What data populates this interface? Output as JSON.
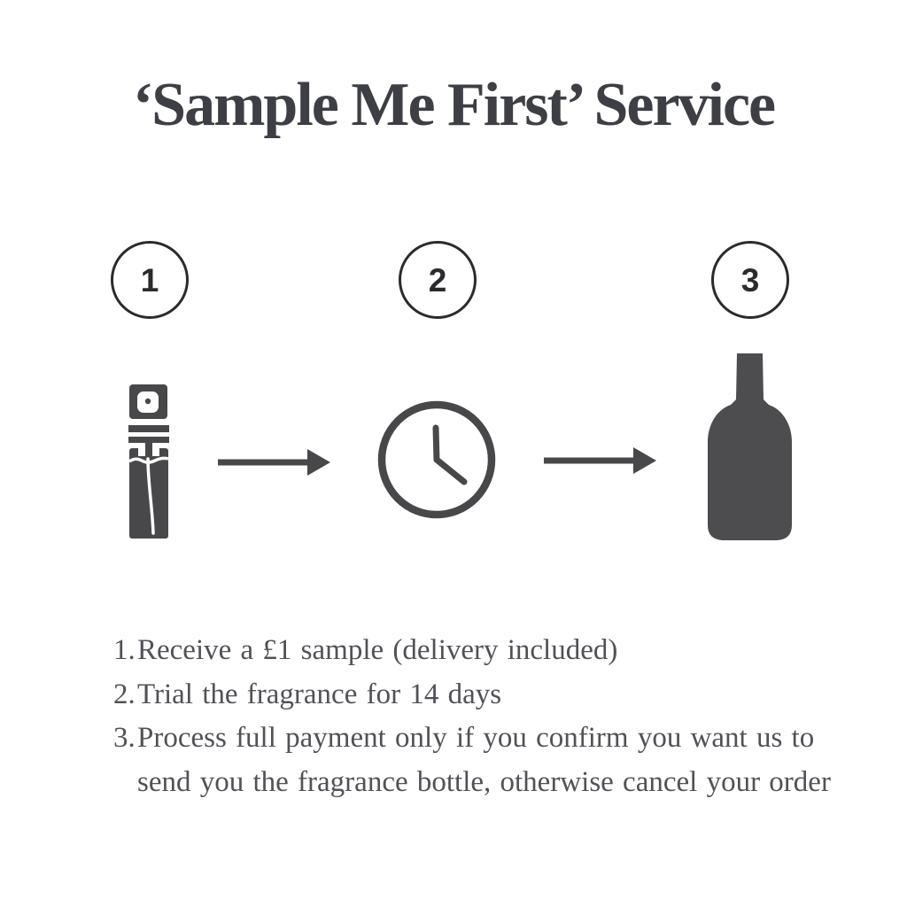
{
  "title": "‘Sample Me First’ Service",
  "colors": {
    "bg": "#ffffff",
    "title": "#3e3f45",
    "ink": "#2b2b2f",
    "icon": "#48484b",
    "text": "#515257"
  },
  "flow": {
    "steps": [
      {
        "number": "1",
        "icon": "sample-vial-icon"
      },
      {
        "number": "2",
        "icon": "clock-icon"
      },
      {
        "number": "3",
        "icon": "fragrance-bottle-icon"
      }
    ],
    "arrows": [
      {
        "icon": "arrow-right-icon"
      },
      {
        "icon": "arrow-right-icon"
      }
    ]
  },
  "steps_list": {
    "items": [
      {
        "number": "1.",
        "lines": [
          "Receive a £1 sample (delivery included)"
        ]
      },
      {
        "number": "2.",
        "lines": [
          "Trial the fragrance for 14 days"
        ]
      },
      {
        "number": "3.",
        "lines": [
          "Process full payment only if you confirm you want us to",
          "send you the fragrance bottle, otherwise cancel your order"
        ]
      }
    ]
  }
}
